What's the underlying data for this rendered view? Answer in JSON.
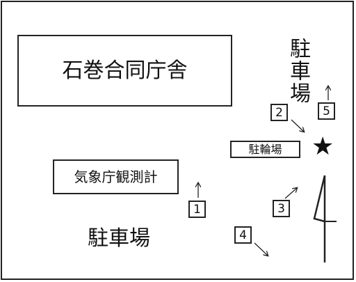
{
  "buildings": {
    "office": "石巻合同庁舎",
    "weather": "気象庁観測計",
    "bicycle": "駐輪場"
  },
  "parking": {
    "right": "駐車場",
    "bottom": "駐車場"
  },
  "points": [
    "1",
    "2",
    "3",
    "4",
    "5"
  ],
  "star_symbol": "★",
  "north_symbol": "north-arrow-icon"
}
